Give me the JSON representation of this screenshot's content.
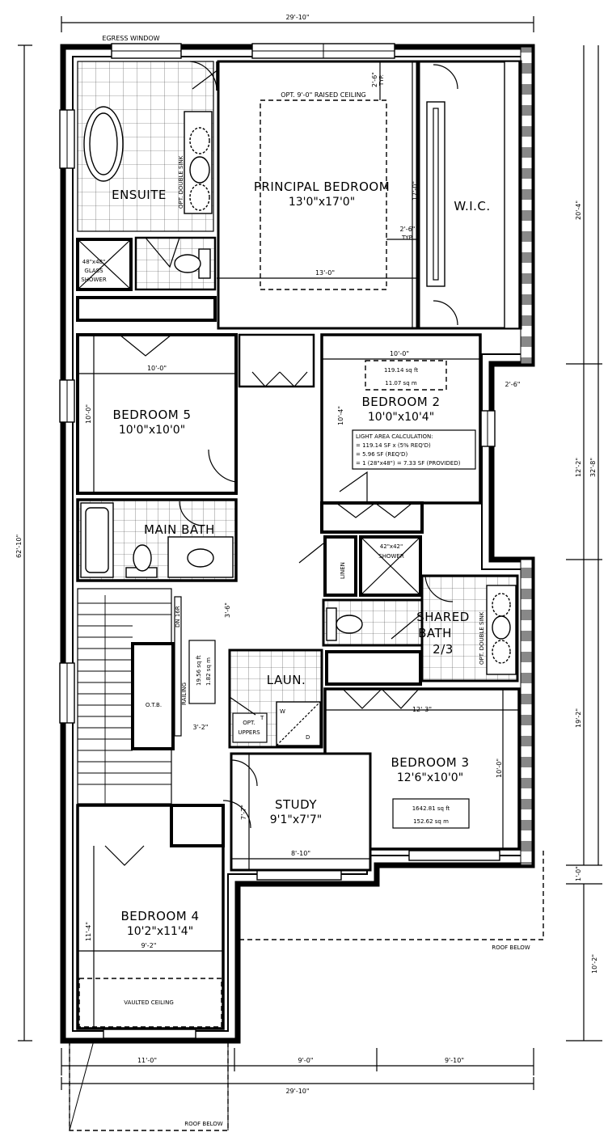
{
  "labels": {
    "egress_window": "EGRESS WINDOW",
    "opt_raised_ceiling": "OPT. 9'-0\" RAISED CEILING",
    "principal_bedroom": "PRINCIPAL BEDROOM",
    "principal_bedroom_size": "13'0\"x17'0\"",
    "wic": "W.I.C.",
    "ensuite": "ENSUITE",
    "opt_double_sink": "OPT. DOUBLE SINK",
    "glass_shower_1": "48\"x48\"",
    "glass_shower_2": "GLASS",
    "glass_shower_3": "SHOWER",
    "bedroom5": "BEDROOM 5",
    "bedroom5_size": "10'0\"x10'0\"",
    "bedroom2": "BEDROOM 2",
    "bedroom2_size": "10'0\"x10'4\"",
    "area_sqft_b2": "119.14 sq ft",
    "area_sqm_b2": "11.07 sq m",
    "light_title": "LIGHT AREA CALCULATION:",
    "light_1": "= 119.14 SF x (5% REQ'D)",
    "light_2": "= 5.96 SF (REQ'D)",
    "light_3": "= 1 (28\"x48\") = 7.33 SF (PROVIDED)",
    "main_bath": "MAIN BATH",
    "linen": "LINEN",
    "shower42_1": "42\"x42\"",
    "shower42_2": "SHOWER",
    "shared_bath_1": "SHARED",
    "shared_bath_2": "BATH",
    "shared_bath_3": "2/3",
    "opt_double_sink2": "OPT. DOUBLE SINK",
    "dn": "DN 16R",
    "railing": "RAILING",
    "otb": "O.T.B.",
    "open_sqft": "19.56 sq ft",
    "open_sqm": "1.82 sq m",
    "laun": "LAUN.",
    "opt_uppers_1": "OPT.",
    "opt_uppers_2": "UPPERS",
    "washer": "W",
    "dryer": "D",
    "uppers_t": "T",
    "bedroom3": "BEDROOM 3",
    "bedroom3_size": "12'6\"x10'0\"",
    "area_sqft_total": "1642.81 sq ft",
    "area_sqm_total": "152.62 sq m",
    "study": "STUDY",
    "study_size": "9'1\"x7'7\"",
    "bedroom4": "BEDROOM 4",
    "bedroom4_size": "10'2\"x11'4\"",
    "vaulted": "VAULTED CEILING",
    "roof_below_1": "ROOF BELOW",
    "roof_below_2": "ROOF BELOW"
  },
  "dims": {
    "top_total": "29'-10\"",
    "bottom_total": "29'-10\"",
    "left_total": "62'-10\"",
    "right_upper": "20'-4\"",
    "right_total": "32'-8\"",
    "right_b2": "12'-2\"",
    "right_b3": "19'-2\"",
    "right_1ft": "1'-0\"",
    "right_bottom": "10'-2\"",
    "bottom_a": "11'-0\"",
    "bottom_b": "9'-0\"",
    "bottom_c": "9'-10\"",
    "typ_top": "2'-6\"",
    "typ_top_2": "TYP.",
    "pb_17": "17'-0\"",
    "pb_typ": "2'-6\"",
    "pb_typ_2": "TYP.",
    "pb_13": "13'-0\"",
    "b5_width": "10'-0\"",
    "b5_height": "10'-0\"",
    "b2_width": "10'-0\"",
    "b2_height": "10'-4\"",
    "b2_side": "2'-6\"",
    "hall_3_6": "3'-6\"",
    "hall_3_2": "3'-2\"",
    "b3_width": "12'-3\"",
    "b3_height": "10'-0\"",
    "study_h": "7'-7\"",
    "study_w": "8'-10\"",
    "b4_h": "11'-4\"",
    "b4_w": "9'-2\""
  }
}
